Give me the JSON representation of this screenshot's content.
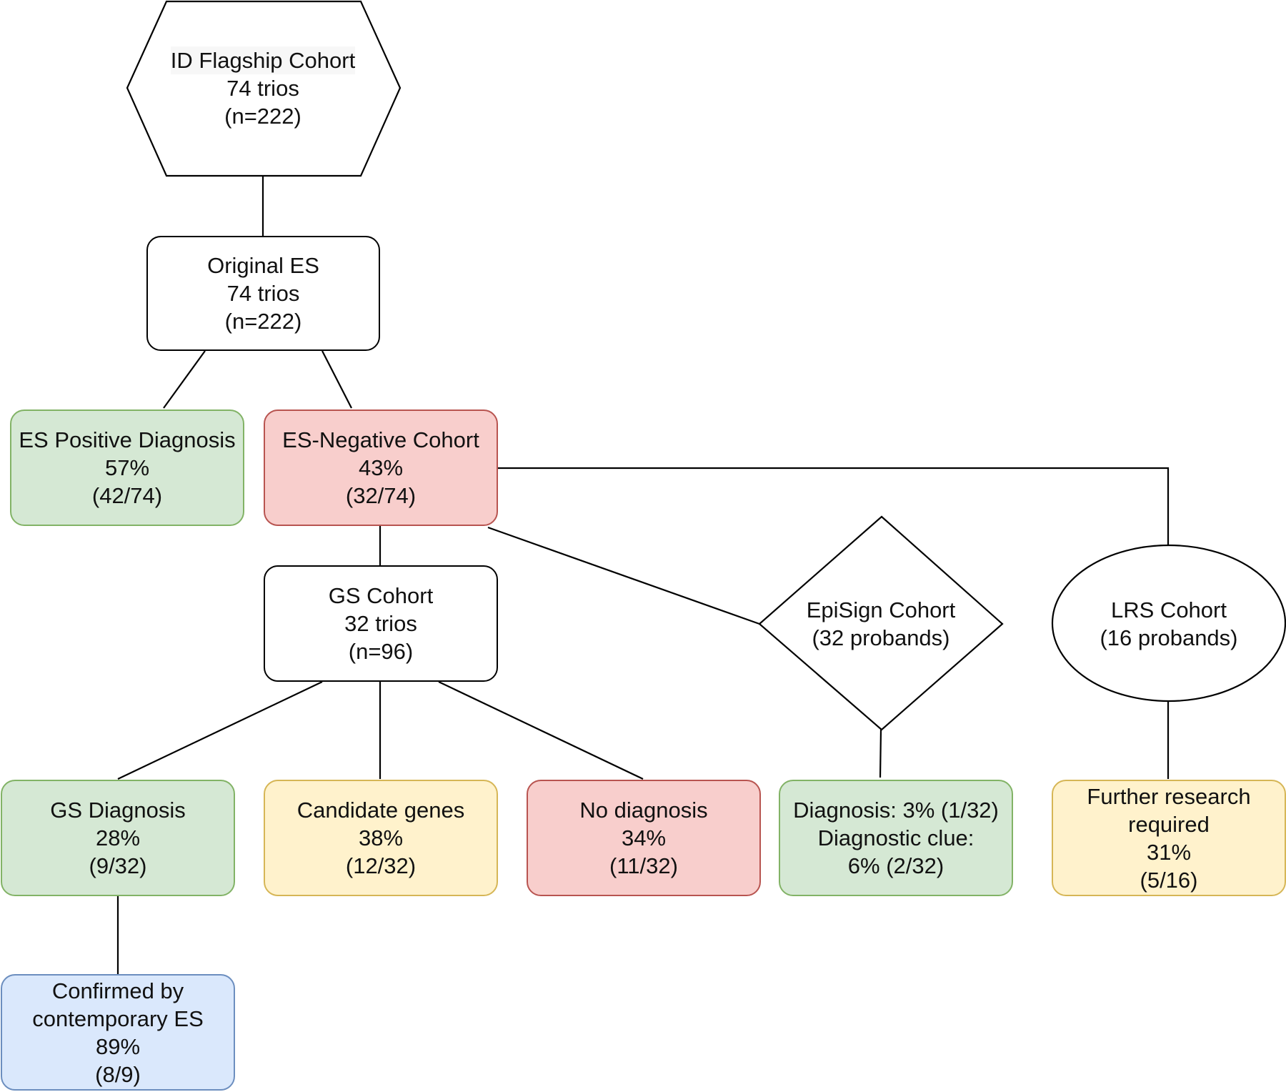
{
  "colors": {
    "green_fill": "#d5e8d4",
    "green_stroke": "#82b366",
    "red_fill": "#f8cecc",
    "red_stroke": "#b85450",
    "yellow_fill": "#fff2cc",
    "yellow_stroke": "#d6b656",
    "blue_fill": "#dae8fc",
    "blue_stroke": "#6c8ebf",
    "neutral_stroke": "#000000"
  },
  "nodes": {
    "flagship": {
      "shape": "hexagon",
      "lines": [
        "ID Flagship Cohort",
        "74 trios",
        "(n=222)"
      ]
    },
    "original_es": {
      "shape": "rounded-rectangle",
      "lines": [
        "Original ES",
        "74 trios",
        "(n=222)"
      ]
    },
    "es_positive": {
      "shape": "rounded-rectangle",
      "color": "green",
      "lines": [
        "ES Positive Diagnosis",
        "57%",
        "(42/74)"
      ]
    },
    "es_negative": {
      "shape": "rounded-rectangle",
      "color": "red",
      "lines": [
        "ES-Negative Cohort",
        "43%",
        "(32/74)"
      ]
    },
    "gs_cohort": {
      "shape": "rounded-rectangle",
      "lines": [
        "GS Cohort",
        "32 trios",
        "(n=96)"
      ]
    },
    "episign": {
      "shape": "diamond",
      "lines": [
        "EpiSign Cohort",
        "(32 probands)"
      ]
    },
    "lrs": {
      "shape": "ellipse",
      "lines": [
        "LRS Cohort",
        "(16 probands)"
      ]
    },
    "gs_diagnosis": {
      "shape": "rounded-rectangle",
      "color": "green",
      "lines": [
        "GS Diagnosis",
        "28%",
        "(9/32)"
      ]
    },
    "candidate_genes": {
      "shape": "rounded-rectangle",
      "color": "yellow",
      "lines": [
        "Candidate genes",
        "38%",
        "(12/32)"
      ]
    },
    "no_diagnosis": {
      "shape": "rounded-rectangle",
      "color": "red",
      "lines": [
        "No diagnosis",
        "34%",
        "(11/32)"
      ]
    },
    "episign_result": {
      "shape": "rounded-rectangle",
      "color": "green",
      "lines": [
        "Diagnosis: 3% (1/32)",
        "Diagnostic clue:",
        "6% (2/32)"
      ]
    },
    "lrs_result": {
      "shape": "rounded-rectangle",
      "color": "yellow",
      "lines": [
        "Further research",
        "required",
        "31%",
        "(5/16)"
      ]
    },
    "confirmed": {
      "shape": "rounded-rectangle",
      "color": "blue",
      "lines": [
        "Confirmed by",
        "contemporary ES",
        "89%",
        "(8/9)"
      ]
    }
  },
  "edges": [
    {
      "from": "flagship",
      "to": "original_es"
    },
    {
      "from": "original_es",
      "to": "es_positive"
    },
    {
      "from": "original_es",
      "to": "es_negative"
    },
    {
      "from": "es_negative",
      "to": "gs_cohort"
    },
    {
      "from": "es_negative",
      "to": "episign"
    },
    {
      "from": "es_negative",
      "to": "lrs"
    },
    {
      "from": "gs_cohort",
      "to": "gs_diagnosis"
    },
    {
      "from": "gs_cohort",
      "to": "candidate_genes"
    },
    {
      "from": "gs_cohort",
      "to": "no_diagnosis"
    },
    {
      "from": "gs_diagnosis",
      "to": "confirmed"
    },
    {
      "from": "episign",
      "to": "episign_result"
    },
    {
      "from": "lrs",
      "to": "lrs_result"
    }
  ]
}
